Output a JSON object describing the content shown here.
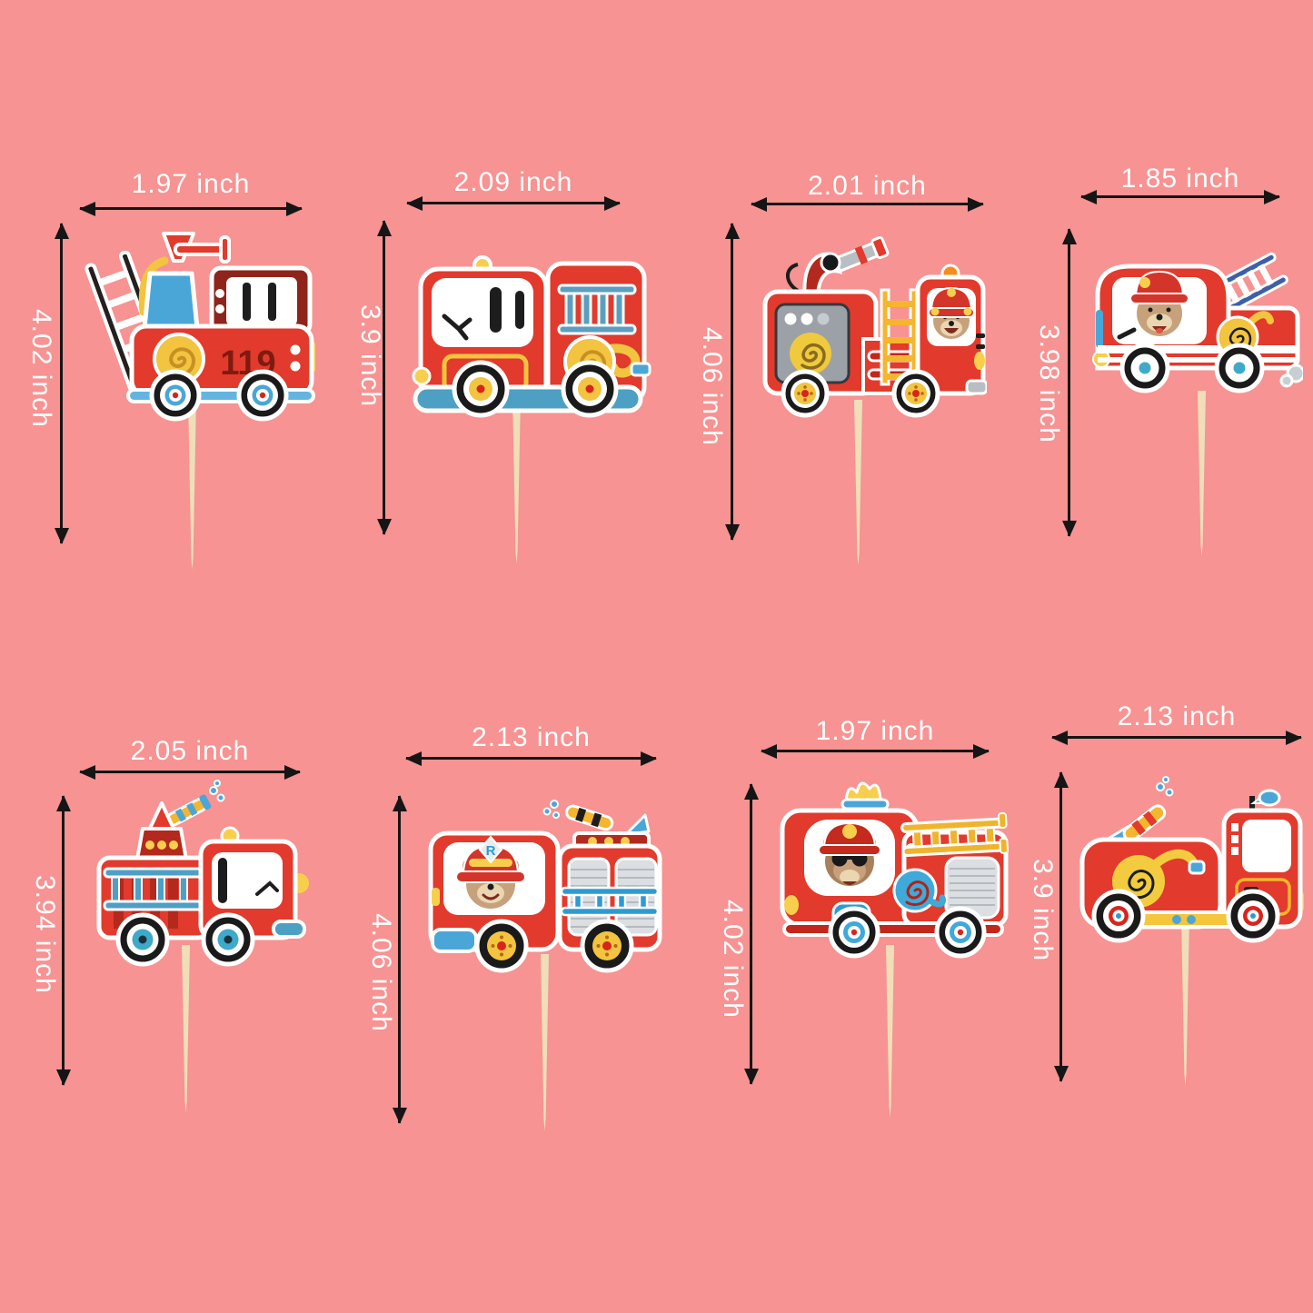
{
  "page": {
    "background_color": "#F79392",
    "label_color": "#FFFFFF",
    "arrow_color": "#151515",
    "toothpick_color": "#F0DEB9",
    "truck_red": "#E23A2C",
    "truck_dark_red": "#B3291D",
    "accent_blue": "#4BA6D8",
    "accent_yellow": "#F2C440"
  },
  "toppers": [
    {
      "width_label": "1.97 inch",
      "height_label": "4.02 inch",
      "truck_number": "119"
    },
    {
      "width_label": "2.09 inch",
      "height_label": "3.9 inch"
    },
    {
      "width_label": "2.01 inch",
      "height_label": "4.06 inch"
    },
    {
      "width_label": "1.85 inch",
      "height_label": "3.98 inch"
    },
    {
      "width_label": "2.05 inch",
      "height_label": "3.94 inch"
    },
    {
      "width_label": "2.13 inch",
      "height_label": "4.06 inch",
      "helmet_letter": "R"
    },
    {
      "width_label": "1.97 inch",
      "height_label": "4.02 inch"
    },
    {
      "width_label": "2.13 inch",
      "height_label": "3.9 inch"
    }
  ]
}
